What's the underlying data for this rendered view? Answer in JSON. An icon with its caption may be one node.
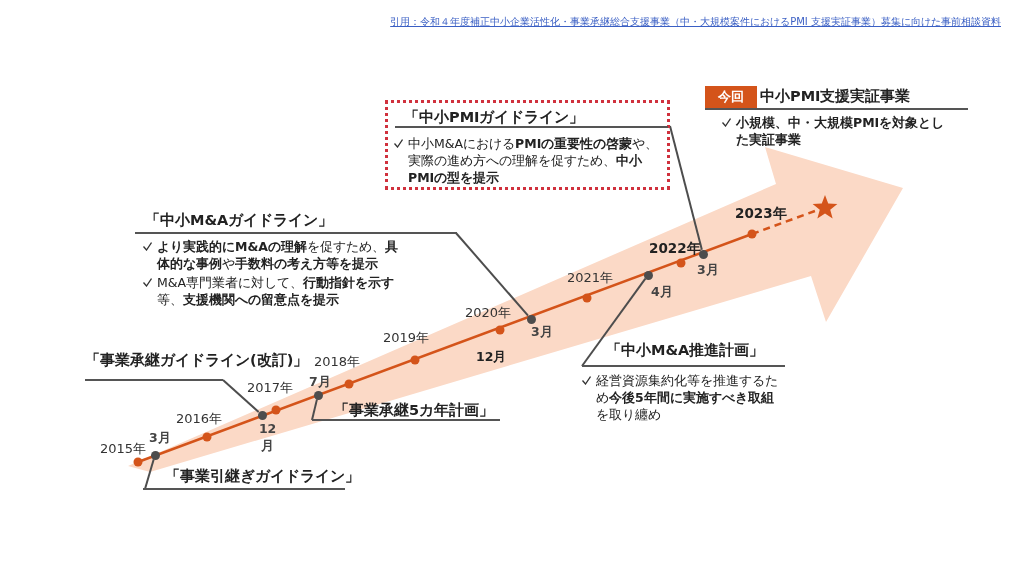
{
  "diagram": {
    "nodes": [
      {
        "text": [
          "中小PMI支援実証事業",
          "小規模、中・大規模PMIを対象とした実証事業"
        ]
      },
      {
        "text": [
          "今回"
        ],
        "in": 0
      },
      {
        "text": [
          "「中小PMIガイドライン」",
          "中小M&Aにおける**PMIの重要性の啓蒙**や、実際の進め方への理解を促すため、**中小PMIの型を提示**"
        ]
      },
      {
        "text": [
          "「中小M&Aガイドライン」",
          "**より実践的にM&Aの理解**を促すため、**具体的な事例**や**手数料の考え方等を提示**",
          "M&A専門業者に対して、**行動指針を示す**等、**支援機関への留意点を提示**"
        ]
      },
      {
        "text": [
          "「事業承継ガイドライン(改訂)」"
        ]
      },
      {
        "text": [
          "「事業承継5カ年計画」"
        ]
      },
      {
        "text": [
          "「事業引継ぎガイドライン」"
        ]
      },
      {
        "text": [
          "「中小M&A推進計画」",
          "経営資源集約化等を推進するため**今後5年間に実施すべき取組**を取り纏め"
        ]
      },
      {
        "text": [],
        "shape": "circle",
        "beside": [
          "3月"
        ]
      },
      {
        "text": [],
        "shape": "circle",
        "beside": [
          "12月"
        ]
      },
      {
        "text": [],
        "shape": "circle",
        "beside": [
          "7月"
        ]
      },
      {
        "text": [],
        "shape": "circle",
        "beside": [
          "3月"
        ]
      },
      {
        "text": [],
        "shape": "circle",
        "beside": [
          "4月"
        ]
      },
      {
        "text": [],
        "shape": "circle",
        "beside": [
          "3月"
        ]
      }
    ],
    "edges": [
      {
        "from": 2,
        "to": 13,
        "arrow": "none"
      },
      {
        "from": 3,
        "to": 11,
        "arrow": "none"
      },
      {
        "from": 4,
        "to": 9,
        "arrow": "none"
      },
      {
        "from": 5,
        "to": 10,
        "arrow": "none"
      },
      {
        "from": 6,
        "to": 8,
        "arrow": "none"
      },
      {
        "from": 7,
        "to": 12,
        "arrow": "none"
      }
    ],
    "labels": [
      "引用：令和４年度補正中小企業活性化・事業承継総合支援事業（中・大規模案件におけるPMI 支援実証事業）募集に向けた事前相談資料",
      "2023年",
      "2022年",
      "2021年",
      "2020年",
      "2019年",
      "12月",
      "2018年",
      "2017年",
      "2016年",
      "2015年"
    ]
  }
}
